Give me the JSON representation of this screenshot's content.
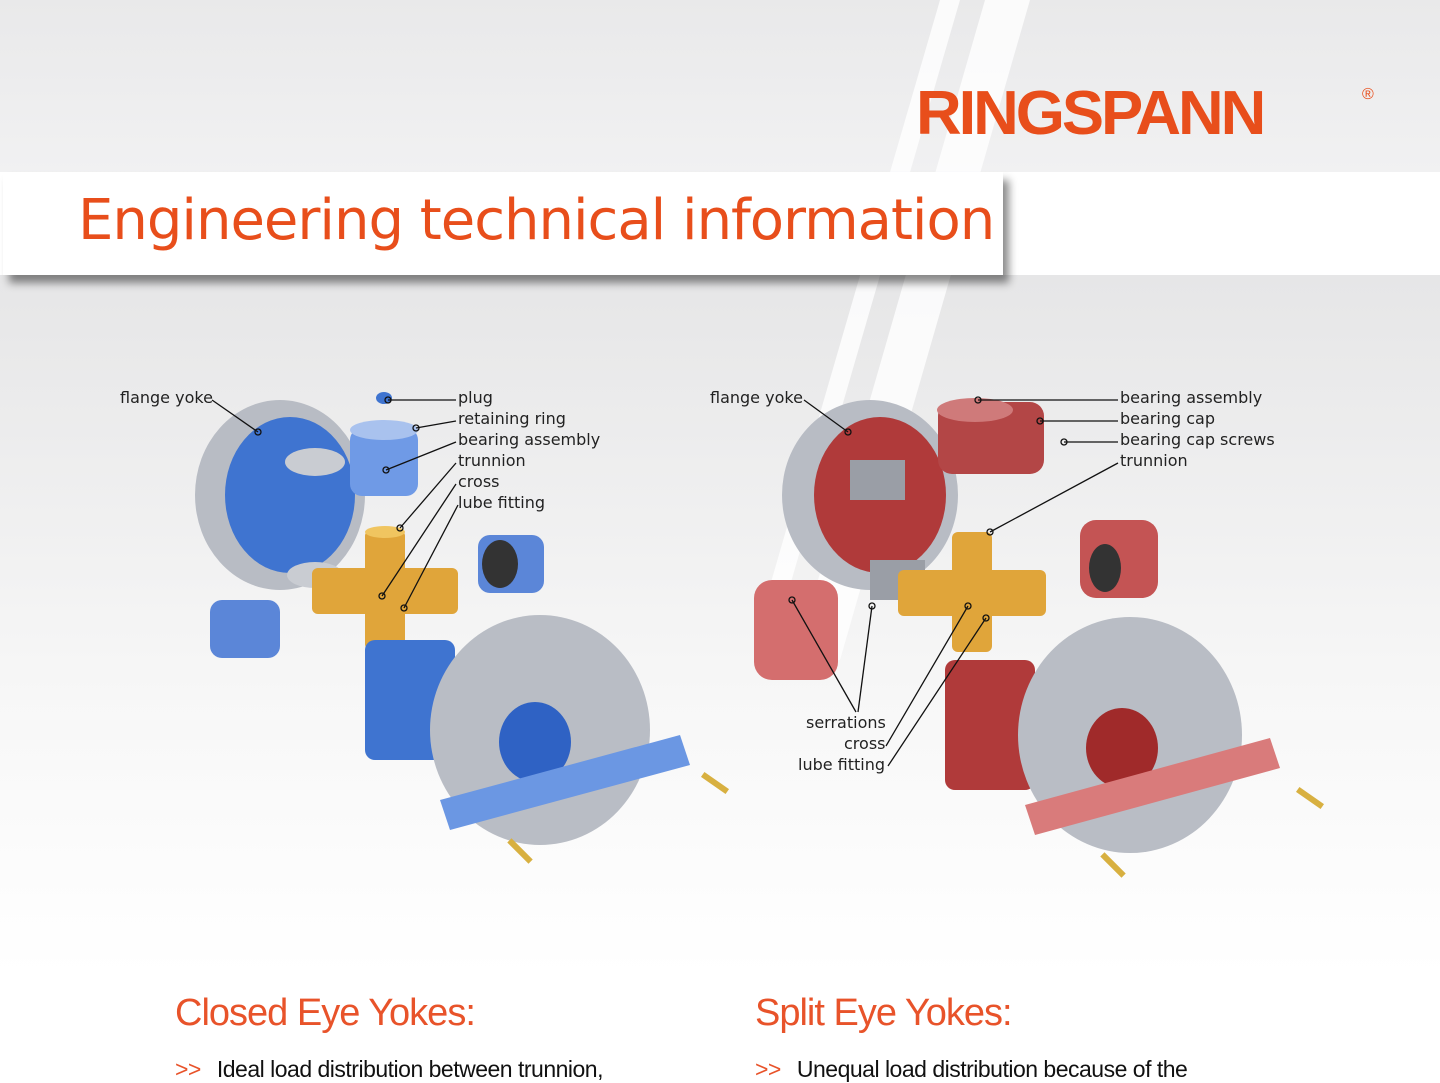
{
  "brand": {
    "logo": "RINGSPANN",
    "registered": "®"
  },
  "title": "Engineering technical information",
  "colors": {
    "accent": "#e8532a",
    "blue_part": "#3f74d0",
    "red_part": "#b03a3a",
    "gold_part": "#e0a53a"
  },
  "left_diagram": {
    "labels": {
      "flange_yoke": "flange yoke",
      "plug": "plug",
      "retaining_ring": "retaining ring",
      "bearing_assembly": "bearing assembly",
      "trunnion": "trunnion",
      "cross": "cross",
      "lube_fitting": "lube fitting"
    }
  },
  "right_diagram": {
    "labels": {
      "flange_yoke": "flange yoke",
      "bearing_assembly": "bearing assembly",
      "bearing_cap": "bearing cap",
      "bearing_cap_screws": "bearing cap screws",
      "trunnion": "trunnion",
      "serrations": "serrations",
      "cross": "cross",
      "lube_fitting": "lube fitting"
    }
  },
  "sections": [
    {
      "heading": "Closed Eye Yokes:",
      "bullet_marker": ">>",
      "bullet": "Ideal load distribution between trunnion,"
    },
    {
      "heading": "Split Eye Yokes:",
      "bullet_marker": ">>",
      "bullet": "Unequal load distribution because of the"
    }
  ]
}
